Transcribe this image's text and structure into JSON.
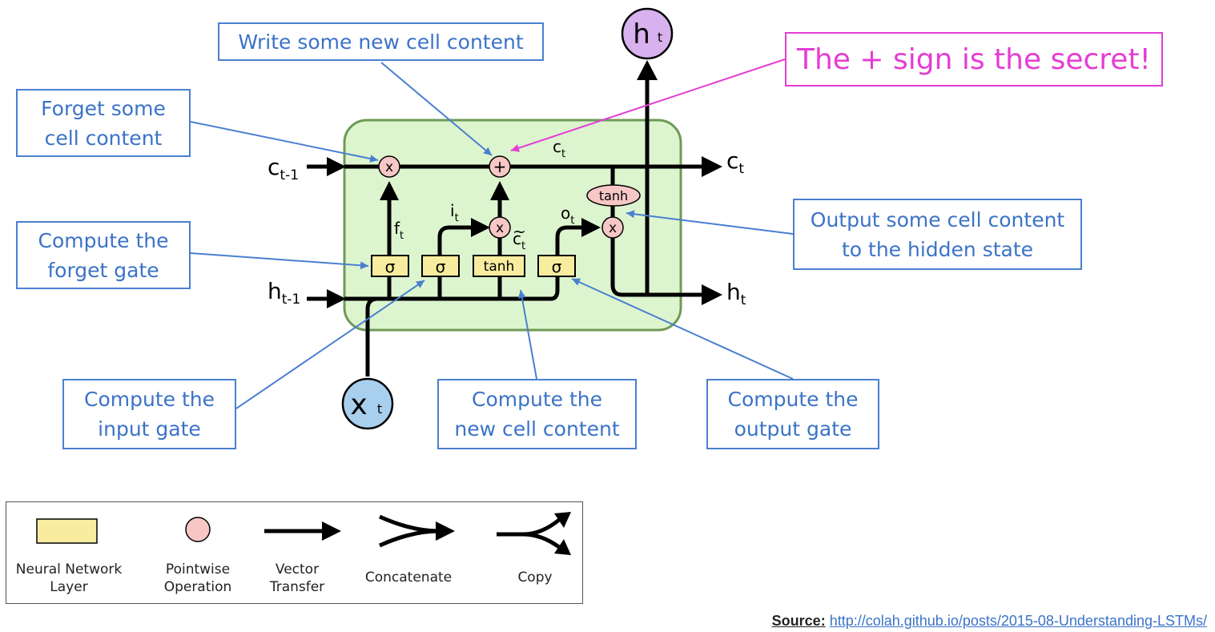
{
  "diagram": {
    "inputs": {
      "c_prev": "c",
      "c_prev_sub": "t-1",
      "h_prev": "h",
      "h_prev_sub": "t-1",
      "x": "x",
      "x_sub": "t"
    },
    "outputs": {
      "c": "c",
      "c_sub": "t",
      "h": "h",
      "h_sub": "t",
      "h_top": "h",
      "h_top_sub": "t"
    },
    "internal": {
      "c_mid": "c",
      "c_mid_sub": "t",
      "f": "f",
      "f_sub": "t",
      "i": "i",
      "i_sub": "t",
      "o": "o",
      "o_sub": "t",
      "ctilde": "c",
      "ctilde_sub": "t",
      "tilde": "~"
    },
    "layers": {
      "sigma": "σ",
      "tanh": "tanh"
    },
    "ops": {
      "times": "x",
      "plus": "+",
      "tanh": "tanh"
    }
  },
  "annotations": {
    "write": "Write some new cell content",
    "forget_1": "Forget some",
    "forget_2": "cell content",
    "secret": "The + sign is the secret!",
    "fgate_1": "Compute the",
    "fgate_2": "forget gate",
    "output_1": "Output some cell content",
    "output_2": "to the hidden state",
    "igate_1": "Compute the",
    "igate_2": "input gate",
    "newcell_1": "Compute the",
    "newcell_2": "new cell content",
    "ogate_1": "Compute the",
    "ogate_2": "output gate"
  },
  "legend": {
    "nn_1": "Neural Network",
    "nn_2": "Layer",
    "pw_1": "Pointwise",
    "pw_2": "Operation",
    "vt_1": "Vector",
    "vt_2": "Transfer",
    "concat": "Concatenate",
    "copy": "Copy"
  },
  "source": {
    "label": "Source:",
    "url": "http://colah.github.io/posts/2015-08-Understanding-LSTMs/"
  },
  "colors": {
    "cell_fill": "#ddf5cf",
    "cell_border": "#6e9a56",
    "layer_fill": "#f8ec9f",
    "op_fill": "#f7c7c6",
    "annotation": "#3b73c7",
    "secret": "#e53dd4",
    "x_node": "#a9cfef",
    "h_node": "#d7b2ee"
  }
}
